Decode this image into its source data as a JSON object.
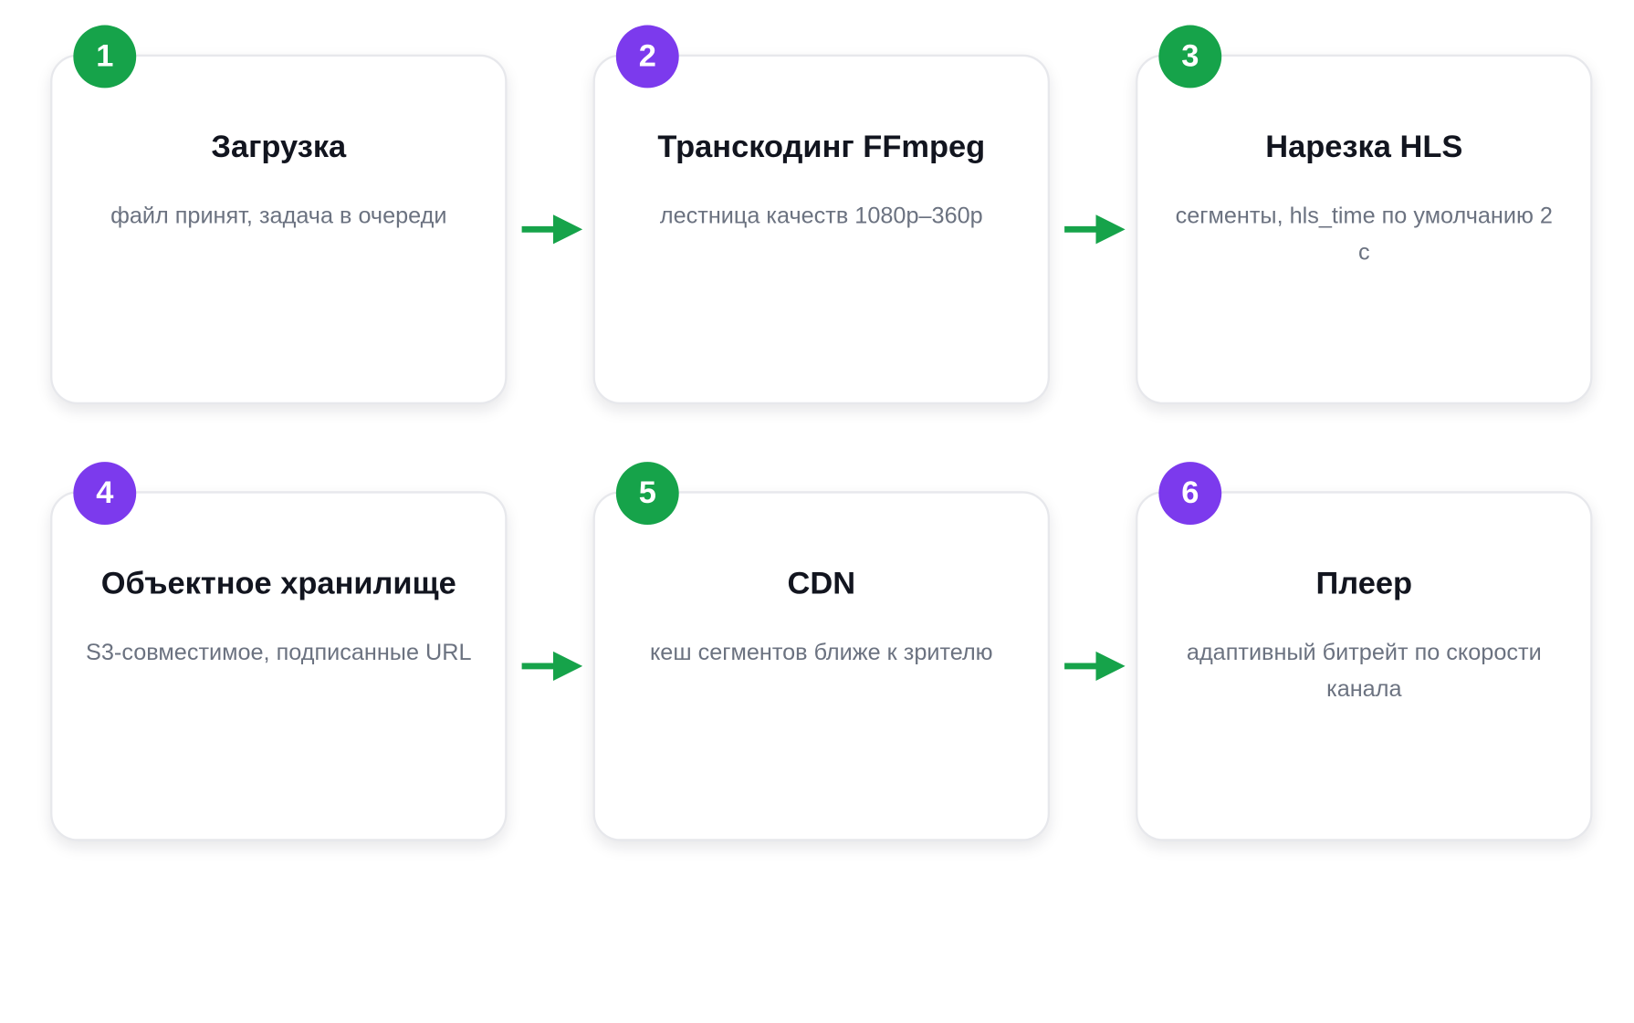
{
  "colors": {
    "green": "#16a34a",
    "purple": "#7c3aed",
    "arrow": "#16a34a",
    "title": "#12151f",
    "description": "#6b7280"
  },
  "steps": [
    {
      "number": "1",
      "title": "Загрузка",
      "description": "файл принят, задача в очереди",
      "badge_color": "#16a34a"
    },
    {
      "number": "2",
      "title": "Транскодинг FFmpeg",
      "description": "лестница качеств 1080p–360p",
      "badge_color": "#7c3aed"
    },
    {
      "number": "3",
      "title": "Нарезка HLS",
      "description": "сегменты, hls_time по умолчанию 2 с",
      "badge_color": "#16a34a"
    },
    {
      "number": "4",
      "title": "Объектное хранилище",
      "description": "S3-совместимое, подписанные URL",
      "badge_color": "#7c3aed"
    },
    {
      "number": "5",
      "title": "CDN",
      "description": "кеш сегментов ближе к зрителю",
      "badge_color": "#16a34a"
    },
    {
      "number": "6",
      "title": "Плеер",
      "description": "адаптивный битрейт по скорости канала",
      "badge_color": "#7c3aed"
    }
  ]
}
